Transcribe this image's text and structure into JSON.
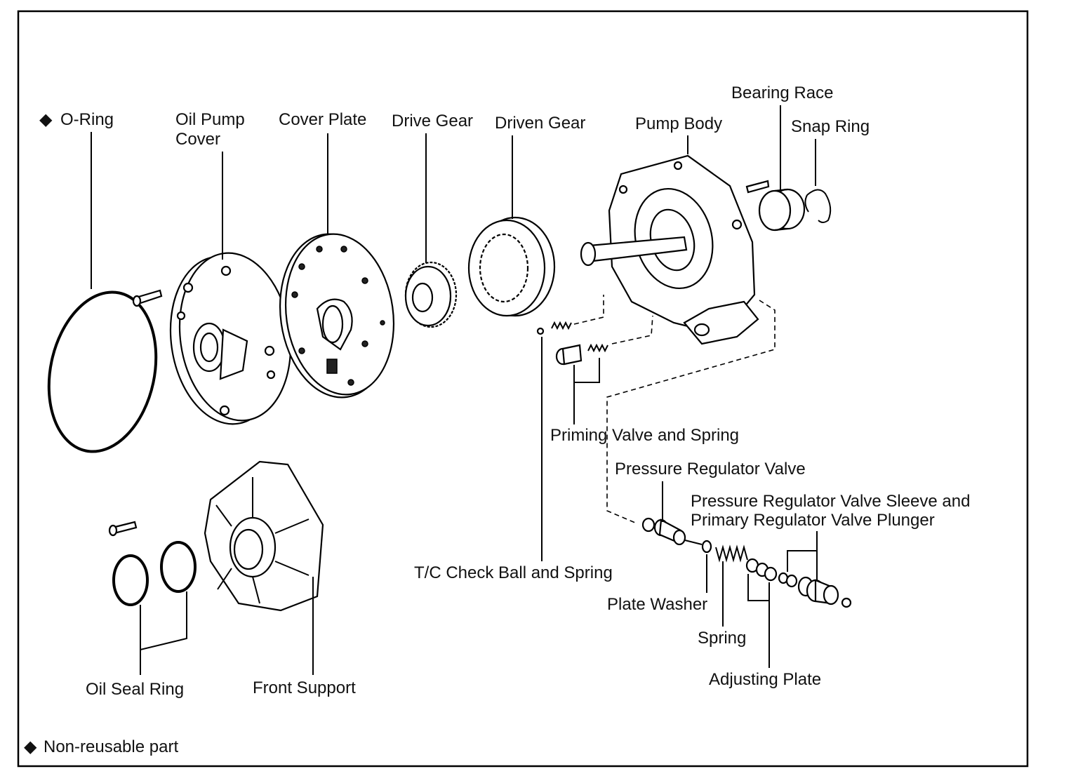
{
  "labels": {
    "o_ring": "O-Ring",
    "oil_pump_cover_1": "Oil Pump",
    "oil_pump_cover_2": "Cover",
    "cover_plate": "Cover Plate",
    "drive_gear": "Drive Gear",
    "driven_gear": "Driven Gear",
    "pump_body": "Pump Body",
    "bearing_race": "Bearing Race",
    "snap_ring": "Snap Ring",
    "priming_valve": "Priming Valve and Spring",
    "pressure_regulator_valve": "Pressure Regulator Valve",
    "sleeve_line1": "Pressure Regulator Valve Sleeve and",
    "sleeve_line2": "Primary Regulator Valve Plunger",
    "tc_check_ball": "T/C Check Ball and Spring",
    "plate_washer": "Plate Washer",
    "spring": "Spring",
    "adjusting_plate": "Adjusting Plate",
    "oil_seal_ring": "Oil Seal Ring",
    "front_support": "Front Support",
    "legend": "Non-reusable part"
  },
  "icons": {
    "non_reusable_marker": "diamond-icon"
  }
}
